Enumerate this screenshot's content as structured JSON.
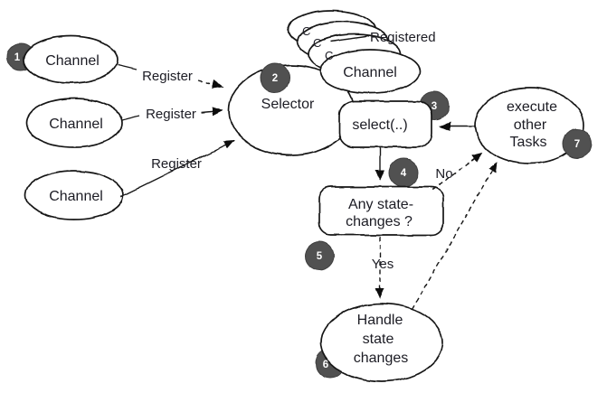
{
  "diagram": {
    "colors": {
      "background": "#ffffff",
      "stroke": "#151515",
      "badge_fill": "#515151",
      "badge_text": "#ffffff",
      "label_text": "#1c1c24"
    },
    "badges": {
      "b1": "1",
      "b2": "2",
      "b3": "3",
      "b4": "4",
      "b5": "5",
      "b6": "6",
      "b7": "7"
    },
    "nodes": {
      "channel_1": {
        "label": "Channel"
      },
      "channel_2": {
        "label": "Channel"
      },
      "channel_3": {
        "label": "Channel"
      },
      "selector": {
        "label": "Selector"
      },
      "registered_stack": {
        "front_label": "Channel",
        "partial_c1": "C",
        "partial_c2": "C",
        "partial_c3": "C",
        "annotation": "Registered"
      },
      "select_call": {
        "label": "select(..)"
      },
      "state_check": {
        "line1": "Any state-",
        "line2": "changes ?"
      },
      "handle_changes": {
        "line1": "Handle",
        "line2": "state",
        "line3": "changes"
      },
      "execute_tasks": {
        "line1": "execute",
        "line2": "other",
        "line3": "Tasks"
      }
    },
    "edges": {
      "register_1": "Register",
      "register_2": "Register",
      "register_3": "Register",
      "yes": "Yes",
      "no": "No"
    }
  }
}
